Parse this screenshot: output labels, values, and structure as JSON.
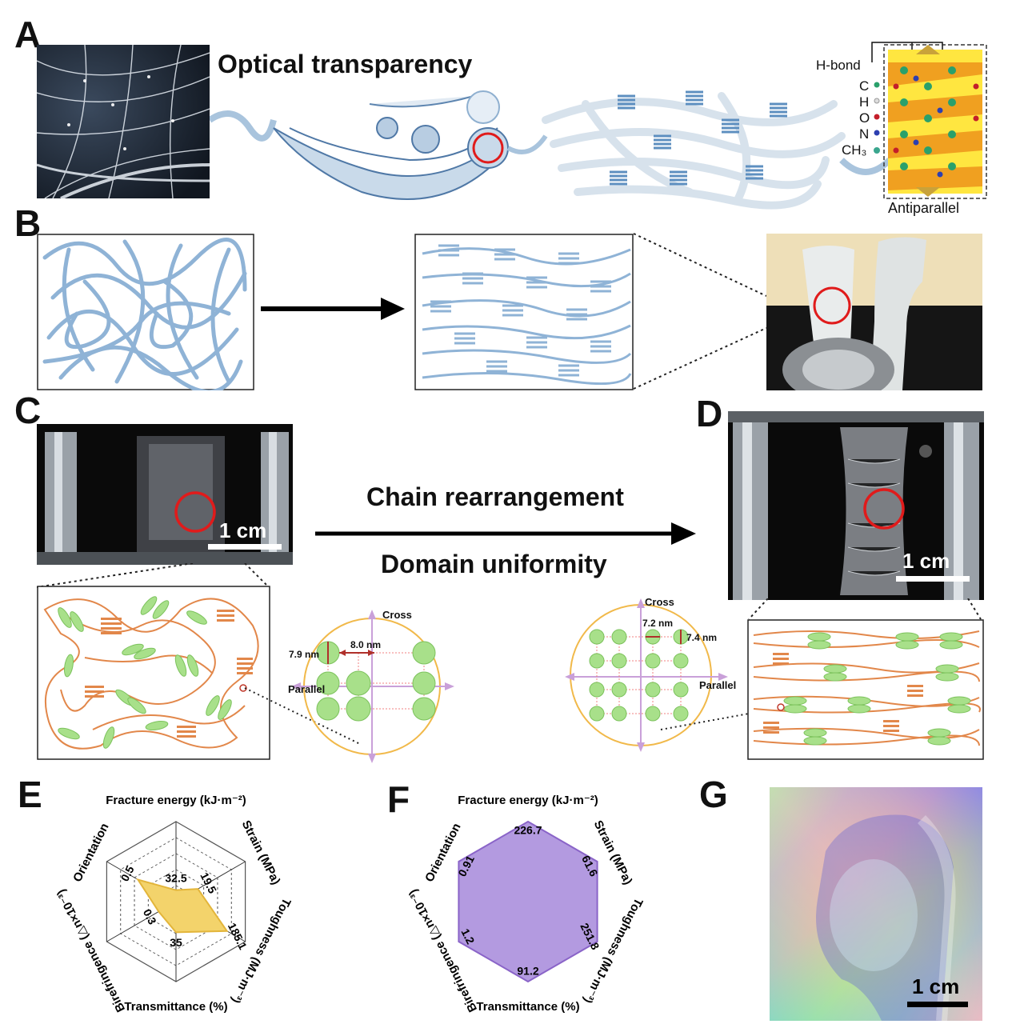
{
  "panels": {
    "a": "A",
    "b": "B",
    "c": "C",
    "d": "D",
    "e": "E",
    "f": "F",
    "g": "G"
  },
  "panel_a": {
    "title": "Optical transparency",
    "h_bond": "H-bond",
    "legend": [
      "C",
      "H",
      "O",
      "N",
      "CH₃"
    ],
    "antiparallel": "Antiparallel"
  },
  "transition": {
    "top": "Chain rearrangement",
    "bottom": "Domain uniformity"
  },
  "scale_label": "1 cm",
  "lattice_c": {
    "cross": "Cross",
    "parallel": "Parallel",
    "h": "8.0 nm",
    "v": "7.9 nm"
  },
  "lattice_d": {
    "cross": "Cross",
    "parallel": "Parallel",
    "h": "7.2 nm",
    "v": "7.4 nm"
  },
  "chart_data": [
    {
      "type": "radar",
      "panel": "E",
      "axes": [
        "Fracture energy (kJ·m⁻²)",
        "Strain (MPa)",
        "Toughness (MJ·m⁻³)",
        "Transmittance (%)",
        "Birefringence (△n×10⁻³)",
        "Orientation"
      ],
      "values": [
        32.5,
        19.5,
        185.1,
        35,
        0.3,
        0.5
      ],
      "value_labels": [
        "32.5",
        "19.5",
        "185.1",
        "35",
        "0.3",
        "0.5"
      ],
      "max": [
        226.7,
        61.6,
        251.8,
        91.2,
        1.2,
        0.91
      ],
      "fill": "#f3d36b",
      "stroke": "#e3b53a"
    },
    {
      "type": "radar",
      "panel": "F",
      "axes": [
        "Fracture energy (kJ·m⁻²)",
        "Strain (MPa)",
        "Toughness (MJ·m⁻³)",
        "Transmittance (%)",
        "Birefringence (△n×10⁻³)",
        "Orientation"
      ],
      "values": [
        226.7,
        61.6,
        251.8,
        91.2,
        1.2,
        0.91
      ],
      "value_labels": [
        "226.7",
        "61.6",
        "251.8",
        "91.2",
        "1.2",
        "0.91"
      ],
      "max": [
        226.7,
        61.6,
        251.8,
        91.2,
        1.2,
        0.91
      ],
      "fill": "#b39ae0",
      "stroke": "#8a64c8"
    }
  ],
  "colors": {
    "chain_blue": "#8fb3d6",
    "chain_orange": "#e2874a",
    "crystal_green": "#a8e08a",
    "arrow_purple": "#c9a0d9",
    "circle_red": "#e01b1b"
  }
}
